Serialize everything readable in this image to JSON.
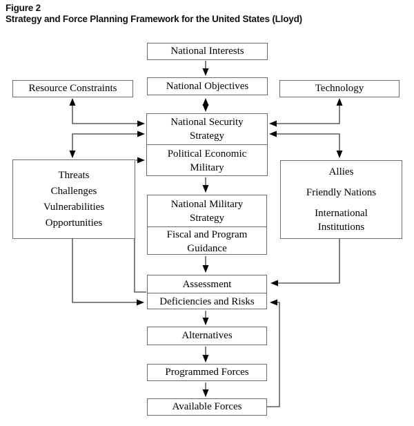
{
  "title": {
    "figure_label": "Figure 2",
    "figure_title": "Strategy and Force Planning Framework for the United States (Lloyd)"
  },
  "nodes": {
    "national_interests": {
      "label": "National Interests"
    },
    "national_objectives": {
      "label": "National Objectives"
    },
    "resource_constraints": {
      "label": "Resource Constraints"
    },
    "technology": {
      "label": "Technology"
    },
    "national_security_strategy": {
      "line1": "National Security",
      "line2": "Strategy"
    },
    "political_economic_military": {
      "line1": "Political Economic",
      "line2": "Military"
    },
    "threats": {
      "line1": "Threats",
      "line2": "Challenges",
      "line3": "Vulnerabilities",
      "line4": "Opportunities"
    },
    "allies": {
      "line1": "Allies",
      "line2": "Friendly Nations",
      "line3": "International",
      "line4": "Institutions"
    },
    "national_military_strategy": {
      "line1": "National Military",
      "line2": "Strategy"
    },
    "fiscal_program_guidance": {
      "line1": "Fiscal and Program",
      "line2": "Guidance"
    },
    "assessment": {
      "label": "Assessment"
    },
    "deficiencies_risks": {
      "label": "Deficiencies and Risks"
    },
    "alternatives": {
      "label": "Alternatives"
    },
    "programmed_forces": {
      "label": "Programmed Forces"
    },
    "available_forces": {
      "label": "Available Forces"
    }
  },
  "edges": [
    {
      "from": "National Interests",
      "to": "National Objectives",
      "type": "one-way"
    },
    {
      "from": "National Objectives",
      "to": "National Security Strategy",
      "type": "two-way"
    },
    {
      "from": "Resource Constraints",
      "to": "National Security Strategy",
      "type": "two-way"
    },
    {
      "from": "National Security Strategy",
      "to": "Threats Challenges Vulnerabilities Opportunities",
      "type": "two-way"
    },
    {
      "from": "Threats Challenges Vulnerabilities Opportunities",
      "to": "Political Economic Military",
      "type": "one-way"
    },
    {
      "from": "Technology",
      "to": "National Security Strategy",
      "type": "two-way"
    },
    {
      "from": "National Security Strategy",
      "to": "Allies Friendly Nations International Institutions",
      "type": "two-way"
    },
    {
      "from": "National Security Strategy",
      "to": "National Military Strategy",
      "type": "one-way"
    },
    {
      "from": "Fiscal and Program Guidance",
      "to": "Assessment",
      "type": "one-way"
    },
    {
      "from": "Allies Friendly Nations International Institutions",
      "to": "Assessment",
      "type": "one-way"
    },
    {
      "from": "Threats Challenges Vulnerabilities Opportunities",
      "to": "Assessment",
      "type": "join"
    },
    {
      "from": "Threats Challenges Vulnerabilities Opportunities",
      "to": "Deficiencies and Risks",
      "type": "one-way"
    },
    {
      "from": "Deficiencies and Risks",
      "to": "Alternatives",
      "type": "one-way"
    },
    {
      "from": "Alternatives",
      "to": "Programmed Forces",
      "type": "one-way"
    },
    {
      "from": "Programmed Forces",
      "to": "Available Forces",
      "type": "one-way"
    },
    {
      "from": "Available Forces",
      "to": "Deficiencies and Risks",
      "type": "one-way"
    }
  ],
  "colors": {
    "background": "#ffffff",
    "box_border": "#6a6a6a",
    "connector_line": "#3d3d3d",
    "arrowhead": "#060606",
    "text": "#000000"
  }
}
